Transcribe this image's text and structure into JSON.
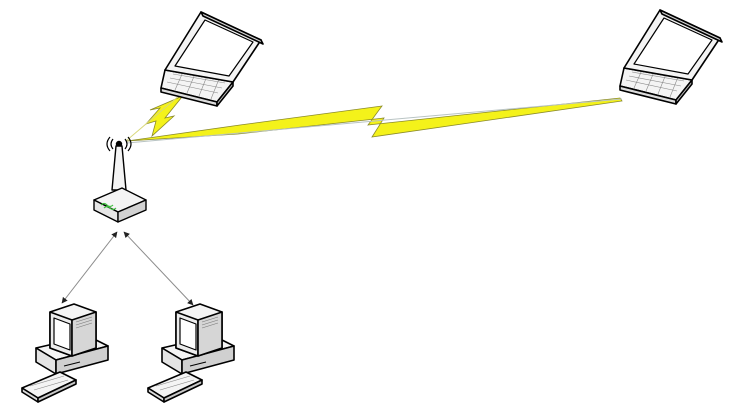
{
  "diagram": {
    "type": "network-topology",
    "nodes": [
      {
        "id": "laptop-1",
        "icon": "laptop-icon"
      },
      {
        "id": "laptop-2",
        "icon": "laptop-icon"
      },
      {
        "id": "wireless-router",
        "icon": "wireless-router-icon"
      },
      {
        "id": "desktop-1",
        "icon": "desktop-computer-icon"
      },
      {
        "id": "desktop-2",
        "icon": "desktop-computer-icon"
      }
    ],
    "links": [
      {
        "from": "wireless-router",
        "to": "laptop-1",
        "kind": "wireless",
        "icon": "lightning-bolt-icon"
      },
      {
        "from": "wireless-router",
        "to": "laptop-2",
        "kind": "wireless",
        "icon": "lightning-bolt-icon"
      },
      {
        "from": "wireless-router",
        "to": "desktop-1",
        "kind": "wired",
        "arrows": "both"
      },
      {
        "from": "wireless-router",
        "to": "desktop-2",
        "kind": "wired",
        "arrows": "both"
      }
    ],
    "colors": {
      "wireless": "#f4f21a",
      "wireless_outline": "#8a8a2a",
      "device_screen": "#ffffff",
      "device_body": "#f4f4f4",
      "outline": "#000000",
      "router_led": "#3cbf3c",
      "wire": "#8c8c8c"
    }
  }
}
